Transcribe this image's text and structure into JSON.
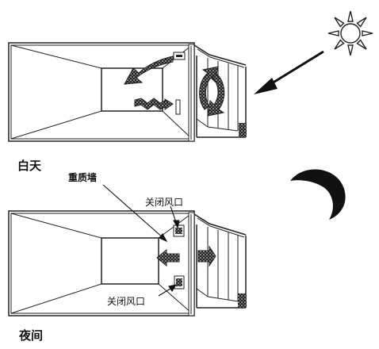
{
  "day": {
    "label": "白天"
  },
  "night": {
    "label": "夜间",
    "heavy_wall_label": "重质墙",
    "vent_upper_label": "关闭风口",
    "vent_lower_label": "关闭风口"
  },
  "icons": {
    "sun": "sun-icon",
    "moon": "crescent-moon-icon",
    "sunlight_arrow": "sunlight-arrow-icon"
  }
}
